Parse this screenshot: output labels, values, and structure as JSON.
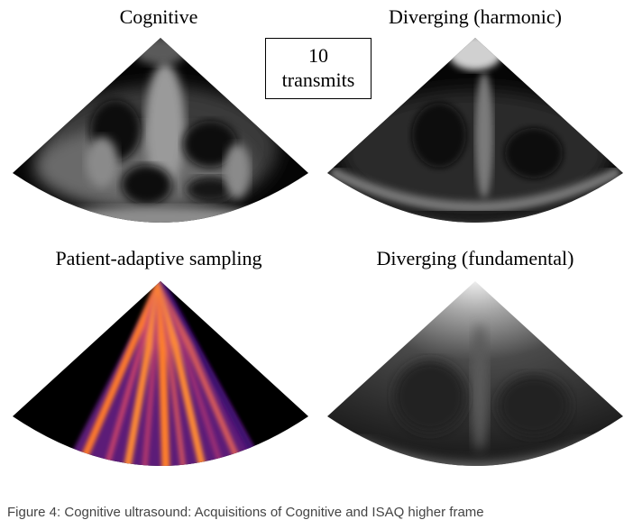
{
  "panels": {
    "cognitive": "Cognitive",
    "harmonic": "Diverging (harmonic)",
    "patient_adaptive": "Patient-adaptive sampling",
    "fundamental": "Diverging (fundamental)"
  },
  "transmits_box": {
    "count": "10",
    "unit": "transmits"
  },
  "caption": "Figure 4: Cognitive ultrasound: Acquisitions of Cognitive and ISAQ higher frame",
  "colors": {
    "background": "#ffffff",
    "sector": "#000000",
    "beam_hot": "#ff8a2a",
    "beam_cool": "#3b0f6e"
  }
}
